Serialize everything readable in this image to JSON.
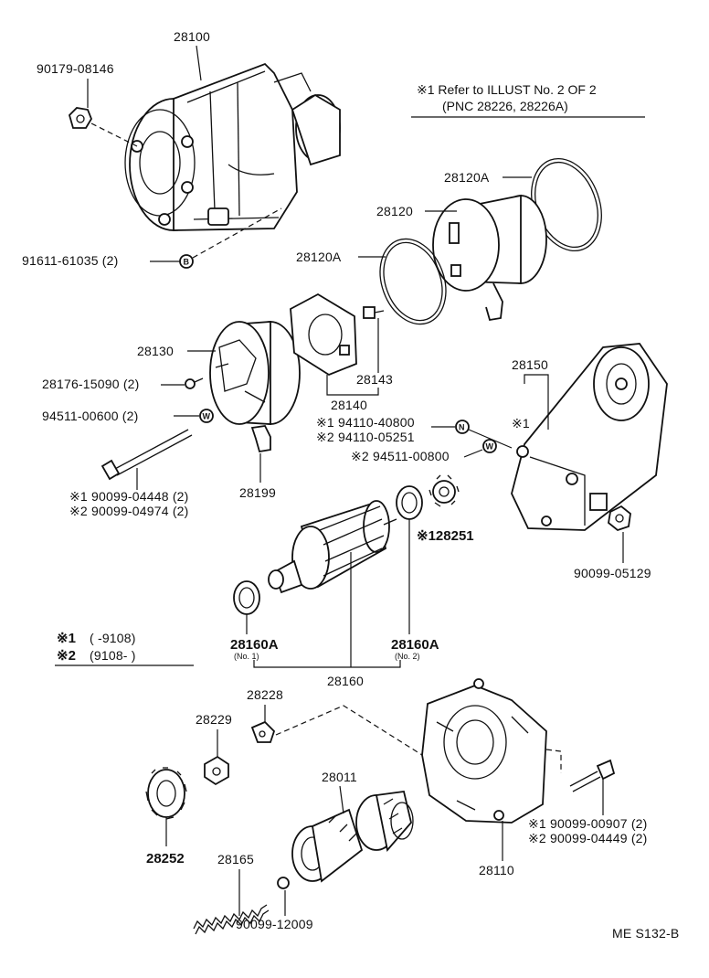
{
  "note": {
    "line1": "※1 Refer to ILLUST No. 2 OF 2",
    "line2": "(PNC 28226, 28226A)"
  },
  "legend": {
    "row1_mark": "※1",
    "row1_value": "(      -9108)",
    "row2_mark": "※2",
    "row2_value": "(9108-      )"
  },
  "labels": {
    "p28100": "28100",
    "p90179_08146": "90179-08146",
    "p91611_61035": "91611-61035 (2)",
    "p28120A_top": "28120A",
    "p28120": "28120",
    "p28120A_left": "28120A",
    "p28130": "28130",
    "p28176_15090": "28176-15090 (2)",
    "p94511_00600": "94511-00600 (2)",
    "p28143": "28143",
    "p28140": "28140",
    "p94110_40800": "※1 94110-40800",
    "p94110_05251": "※2 94110-05251",
    "p94511_00800": "※2 94511-00800",
    "p28150": "28150",
    "p28150_mark": "※1",
    "p90099_04448": "※1 90099-04448 (2)",
    "p90099_04974": "※2 90099-04974 (2)",
    "p28199": "28199",
    "p28251": "※128251",
    "p90099_05129": "90099-05129",
    "p28160A_left": "28160A",
    "p28160A_left_sub": "(No. 1)",
    "p28160A_right": "28160A",
    "p28160A_right_sub": "(No. 2)",
    "p28160": "28160",
    "p28228": "28228",
    "p28229": "28229",
    "p28011": "28011",
    "p28252": "28252",
    "p28165": "28165",
    "p90099_12009": "90099-12009",
    "p28110": "28110",
    "p90099_00907": "※1 90099-00907 (2)",
    "p90099_04449": "※2 90099-04449 (2)"
  },
  "markers": {
    "b": "B",
    "n": "N",
    "w": "W"
  },
  "footer": {
    "code": "ME S132-B"
  }
}
